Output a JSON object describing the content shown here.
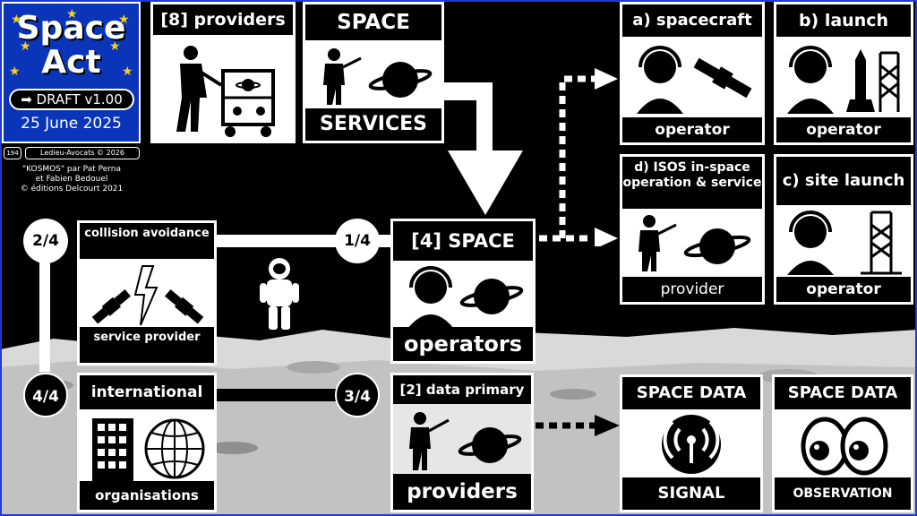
{
  "badge": {
    "title_line1": "Space",
    "title_line2": "Act",
    "draft": "➡ DRAFT v1.00",
    "date": "25 June 2025",
    "page_number": "194",
    "copyright": "Ledieu-Avocats © 2026",
    "credits": [
      "\"KOSMOS\" par Pat Perna",
      "et Fabien Bedouel",
      "© éditions Delcourt 2021"
    ]
  },
  "tiles": {
    "providers8": {
      "title": "[8] providers"
    },
    "space_services": {
      "title": "SPACE",
      "bottom": "SERVICES"
    },
    "spacecraft": {
      "title": "a) spacecraft",
      "bottom": "operator"
    },
    "launch": {
      "title": "b) launch",
      "bottom": "operator"
    },
    "isos": {
      "title": "d) ISOS in-space operation & service",
      "bottom": "provider"
    },
    "site_launch": {
      "title": "c) site launch",
      "bottom": "operator"
    },
    "space_ops": {
      "title": "[4] SPACE",
      "bottom": "operators"
    },
    "collision": {
      "title": "collision avoidance",
      "bottom": "service provider"
    },
    "international": {
      "title": "international",
      "bottom": "organisations"
    },
    "data_primary": {
      "title": "[2] data primary",
      "bottom": "providers"
    },
    "space_data_signal": {
      "title": "SPACE DATA",
      "bottom": "SIGNAL"
    },
    "space_data_obs": {
      "title": "SPACE DATA",
      "bottom": "OBSERVATION"
    }
  },
  "steps": {
    "s1": "1/4",
    "s2": "2/4",
    "s3": "3/4",
    "s4": "4/4"
  },
  "colors": {
    "badge_blue": "#0b35b8",
    "eu_star": "#f7d219",
    "frame_blue": "#1e3bd6"
  }
}
